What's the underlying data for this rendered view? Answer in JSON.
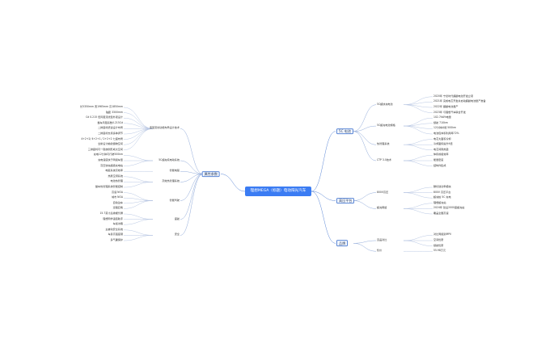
{
  "mindmap": {
    "root": "理想MEGA（标题）电动阳光汽车",
    "branches": [
      {
        "label": "属性参数",
        "side": "left",
        "children": [
          {
            "label": "造型流线功能布局设计技术",
            "children": [
              {
                "label": "长5350mm 宽1965mm 高1850mm"
              },
              {
                "label": "轴距 3300mm"
              },
              {
                "label": "Cd 0.215 低风阻流线型外观设计"
              },
              {
                "label": "整车风阻系数0.215Cd"
              },
              {
                "label": "二排座椅舒适设计布局"
              },
              {
                "label": "二排座椅支持多种调节"
              },
              {
                "label": "4+2+2/ 4+2+1 / 2+2+2 七座布局"
              },
              {
                "label": "全新设计前舱储物空间"
              },
              {
                "label": "三排座椅可一键放倒形成大空间"
              }
            ]
          },
          {
            "label": "5C超充纯电动系统",
            "children": [
              {
                "label": "充电12分钟可行驶500km"
              },
              {
                "label": "充电速度快于同级车型"
              },
              {
                "label": "高压快充超级充电站"
              }
            ]
          },
          {
            "label": "智能电驱",
            "children": [
              {
                "label": "电驱系统高效率"
              }
            ]
          },
          {
            "label": "高效热管理系统",
            "children": [
              {
                "label": "热泵空调系统"
              },
              {
                "label": "电池热管理"
              },
              {
                "label": "整车热管理系统智能控制"
              }
            ]
          },
          {
            "label": "智能驾驶",
            "children": [
              {
                "label": "高速 NOA"
              },
              {
                "label": "城市 NOA"
              },
              {
                "label": "自动泊车"
              },
              {
                "label": "远程召唤"
              }
            ]
          },
          {
            "label": "座舱",
            "children": [
              {
                "label": "15.7英寸后排娱乐屏"
              },
              {
                "label": "理想同学语音助手"
              },
              {
                "label": "车载冰箱"
              }
            ]
          },
          {
            "label": "安全",
            "children": [
              {
                "label": "主被动安全系统"
              },
              {
                "label": "车身高强度钢"
              },
              {
                "label": "多气囊保护"
              }
            ]
          }
        ]
      },
      {
        "label": "5C 电池",
        "side": "right",
        "children": [
          {
            "label": "5C超快充电池",
            "children": [
              {
                "label": "2020年 宁德时代麒麟电池开发立项"
              },
              {
                "label": "2021年 完成电芯开发并启动麒麟电池量产准备"
              },
              {
                "label": "2022年 麒麟电池量产"
              },
              {
                "label": "2023年 与理想汽车联合开发"
              }
            ]
          },
          {
            "label": "5C超充电池规格",
            "children": [
              {
                "label": "102.7kWh电量"
              },
              {
                "label": "续航 710km"
              },
              {
                "label": "12分钟补能 500km"
              },
              {
                "label": "电池包体积利用率72%"
              }
            ]
          },
          {
            "label": "热管理系统",
            "children": [
              {
                "label": "电芯大面积冷却"
              },
              {
                "label": "冷却面积提升4倍"
              },
              {
                "label": "电芯间隔热垫"
              }
            ]
          },
          {
            "label": "CTP 3.0技术",
            "children": [
              {
                "label": "体积成组效率"
              },
              {
                "label": "能量密度"
              },
              {
                "label": "结构件集成"
              }
            ]
          }
        ]
      },
      {
        "label": "高压平台",
        "side": "right",
        "children": [
          {
            "label": "800V高压",
            "children": [
              {
                "label": "碳化硅功率模块"
              },
              {
                "label": "800V 高压平台"
              },
              {
                "label": "超充桩 5C 充电"
              }
            ]
          },
          {
            "label": "超充网络",
            "children": [
              {
                "label": "理想超充站"
              },
              {
                "label": "2024年 建设2000座超充站"
              },
              {
                "label": "覆盖全国高速"
              }
            ]
          }
        ]
      },
      {
        "label": "品牌",
        "side": "right",
        "children": [
          {
            "label": "竞品对比",
            "children": [
              {
                "label": "对比同级别MPV"
              },
              {
                "label": "空间优势"
              },
              {
                "label": "续航优势"
              }
            ]
          },
          {
            "label": "售价",
            "children": [
              {
                "label": "55.98万元"
              }
            ]
          }
        ]
      }
    ]
  }
}
